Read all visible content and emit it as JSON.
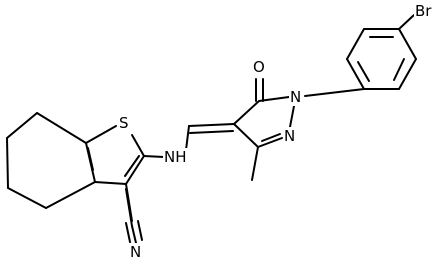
{
  "colors": {
    "background": "#ffffff",
    "ink": "#000000"
  },
  "atoms": {
    "br": "Br",
    "o": "O",
    "n1": "N",
    "n2": "N",
    "s": "S",
    "nh": "NH",
    "cn_n": "N"
  }
}
